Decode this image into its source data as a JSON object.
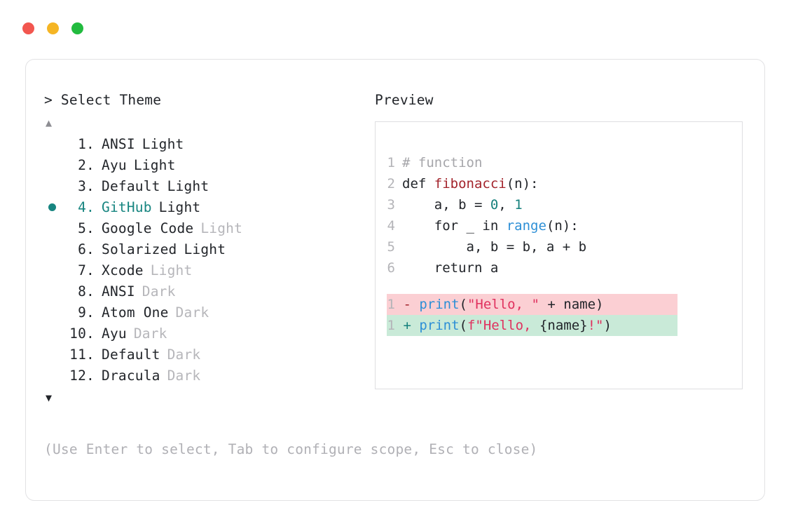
{
  "window": {
    "traffic_lights": [
      {
        "name": "close",
        "color": "#f2564f"
      },
      {
        "name": "minimize",
        "color": "#f5b524"
      },
      {
        "name": "maximize",
        "color": "#22bb3f"
      }
    ]
  },
  "prompt": {
    "marker": ">",
    "title": "Select Theme",
    "scroll_up_icon": "▲",
    "scroll_down_icon": "▼"
  },
  "themes": {
    "selected_index": 4,
    "items": [
      {
        "index": " 1.",
        "name": "ANSI",
        "mode": "Light",
        "mode_dim": false,
        "selected": false
      },
      {
        "index": " 2.",
        "name": "Ayu",
        "mode": "Light",
        "mode_dim": false,
        "selected": false
      },
      {
        "index": " 3.",
        "name": "Default",
        "mode": "Light",
        "mode_dim": false,
        "selected": false
      },
      {
        "index": " 4.",
        "name": "GitHub",
        "mode": "Light",
        "mode_dim": false,
        "selected": true
      },
      {
        "index": " 5.",
        "name": "Google Code",
        "mode": "Light",
        "mode_dim": true,
        "selected": false
      },
      {
        "index": " 6.",
        "name": "Solarized",
        "mode": "Light",
        "mode_dim": false,
        "selected": false
      },
      {
        "index": " 7.",
        "name": "Xcode",
        "mode": "Light",
        "mode_dim": true,
        "selected": false
      },
      {
        "index": " 8.",
        "name": "ANSI",
        "mode": "Dark",
        "mode_dim": true,
        "selected": false
      },
      {
        "index": " 9.",
        "name": "Atom One",
        "mode": "Dark",
        "mode_dim": true,
        "selected": false
      },
      {
        "index": "10.",
        "name": "Ayu",
        "mode": "Dark",
        "mode_dim": true,
        "selected": false
      },
      {
        "index": "11.",
        "name": "Default",
        "mode": "Dark",
        "mode_dim": true,
        "selected": false
      },
      {
        "index": "12.",
        "name": "Dracula",
        "mode": "Dark",
        "mode_dim": true,
        "selected": false
      }
    ]
  },
  "preview": {
    "title": "Preview",
    "code_lines": [
      {
        "number": "1",
        "tokens": [
          {
            "text": "# function",
            "type": "comment"
          }
        ]
      },
      {
        "number": "2",
        "tokens": [
          {
            "text": "def ",
            "type": "plain"
          },
          {
            "text": "fibonacci",
            "type": "fn"
          },
          {
            "text": "(n):",
            "type": "plain"
          }
        ]
      },
      {
        "number": "3",
        "tokens": [
          {
            "text": "    a, b = ",
            "type": "plain"
          },
          {
            "text": "0",
            "type": "num"
          },
          {
            "text": ", ",
            "type": "plain"
          },
          {
            "text": "1",
            "type": "num"
          }
        ]
      },
      {
        "number": "4",
        "tokens": [
          {
            "text": "    for _ in ",
            "type": "plain"
          },
          {
            "text": "range",
            "type": "builtin"
          },
          {
            "text": "(n):",
            "type": "plain"
          }
        ]
      },
      {
        "number": "5",
        "tokens": [
          {
            "text": "        a, b = b, a + b",
            "type": "plain"
          }
        ]
      },
      {
        "number": "6",
        "tokens": [
          {
            "text": "    return a",
            "type": "plain"
          }
        ]
      }
    ],
    "diff_lines": [
      {
        "number": "1",
        "sign": "-",
        "kind": "del",
        "tokens": [
          {
            "text": "print",
            "type": "builtin"
          },
          {
            "text": "(",
            "type": "plain"
          },
          {
            "text": "\"Hello, \"",
            "type": "str"
          },
          {
            "text": " + name)",
            "type": "plain"
          }
        ]
      },
      {
        "number": "1",
        "sign": "+",
        "kind": "add",
        "tokens": [
          {
            "text": "print",
            "type": "builtin"
          },
          {
            "text": "(",
            "type": "plain"
          },
          {
            "text": "f\"Hello, ",
            "type": "str"
          },
          {
            "text": "{name}",
            "type": "plain"
          },
          {
            "text": "!\"",
            "type": "str"
          },
          {
            "text": ")",
            "type": "plain"
          }
        ]
      }
    ]
  },
  "hint": "(Use Enter to select, Tab to configure scope, Esc to close)"
}
